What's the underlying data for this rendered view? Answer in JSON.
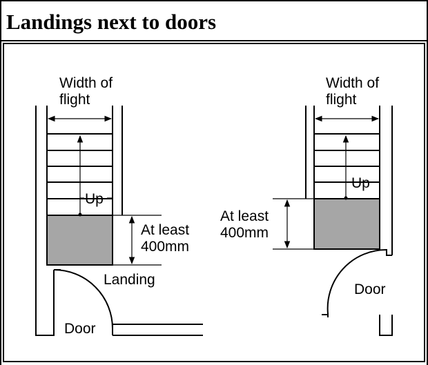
{
  "title": "Landings next to doors",
  "left_figure": {
    "width_label": [
      "Width of",
      "flight"
    ],
    "up_label": "Up",
    "dimension_label": [
      "At least",
      "400mm"
    ],
    "landing_label": "Landing",
    "door_label": "Door"
  },
  "right_figure": {
    "width_label": [
      "Width of",
      "flight"
    ],
    "up_label": "Up",
    "dimension_label": [
      "At least",
      "400mm"
    ],
    "door_label": "Door"
  },
  "colors": {
    "landing_fill": "#a6a6a6",
    "line": "#000000"
  }
}
